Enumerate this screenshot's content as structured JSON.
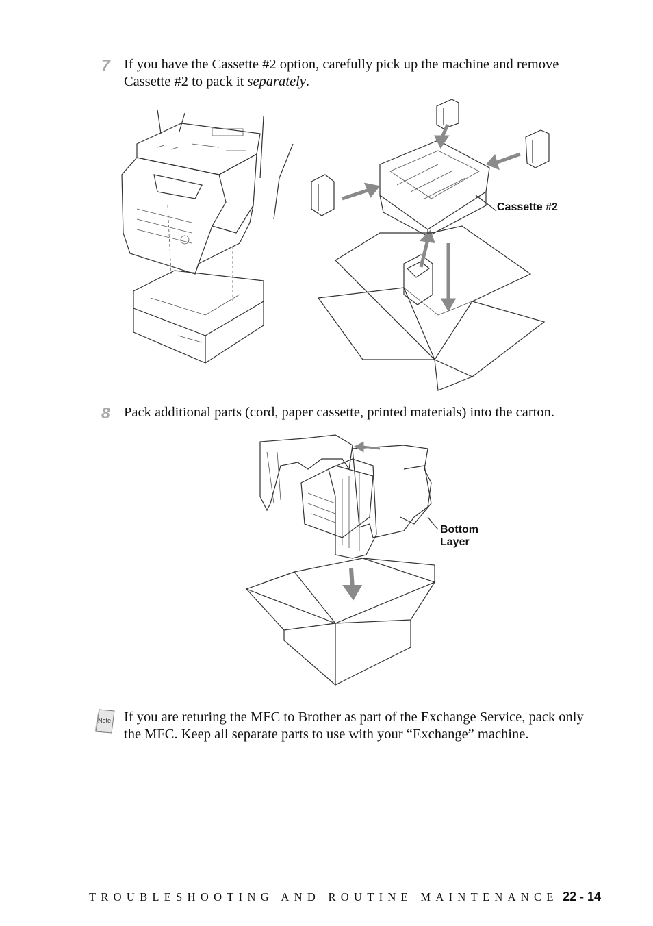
{
  "steps": [
    {
      "number": "7",
      "text_before": "If you have the Cassette #2 option, carefully pick up the machine and remove Cassette #2 to pack it ",
      "text_emphasis": "separately",
      "text_after": "."
    },
    {
      "number": "8",
      "text": "Pack additional parts (cord, paper cassette, printed materials) into the carton."
    }
  ],
  "figure1": {
    "callout": "Cassette #2"
  },
  "figure2": {
    "callout_line1": "Bottom",
    "callout_line2": "Layer"
  },
  "note": {
    "icon_label": "Note",
    "text": "If you are returing the MFC to Brother as part of the Exchange Service, pack only the MFC. Keep all separate parts to use with your “Exchange” machine."
  },
  "footer": {
    "section_title": "TROUBLESHOOTING AND ROUTINE MAINTENANCE",
    "page_number": "22 - 14"
  }
}
